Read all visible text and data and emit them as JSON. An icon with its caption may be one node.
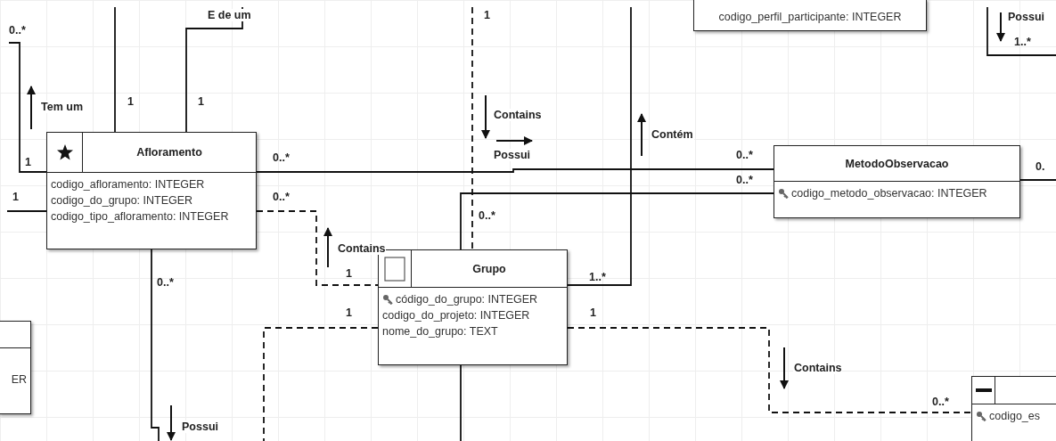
{
  "diagram": {
    "nodes": [
      {
        "text": [
          "codigo_perfil_participante: INTEGER"
        ]
      },
      {
        "text": [
          "Afloramento",
          "codigo_afloramento: INTEGER",
          "codigo_do_grupo: INTEGER",
          "codigo_tipo_afloramento: INTEGER"
        ]
      },
      {
        "text": [
          "MetodoObservacao",
          "codigo_metodo_observacao: INTEGER"
        ]
      },
      {
        "text": [
          "Grupo",
          "código_do_grupo: INTEGER",
          "codigo_do_projeto: INTEGER",
          "nome_do_grupo: TEXT"
        ]
      },
      {
        "text": [
          "ER"
        ]
      },
      {
        "text": [
          "codigo_es"
        ]
      }
    ],
    "edges": [
      {
        "from": null,
        "to": 1,
        "arrow": "none",
        "label": "Tem um"
      },
      {
        "from": null,
        "to": 1,
        "arrow": "none"
      },
      {
        "from": null,
        "to": 1,
        "arrow": "none",
        "label": "E de um"
      },
      {
        "from": 1,
        "to": 2,
        "arrow": "none",
        "label": "Possui"
      },
      {
        "from": 3,
        "to": 2,
        "arrow": "none"
      },
      {
        "from": 3,
        "to": null,
        "arrow": "none",
        "label": "Contém"
      },
      {
        "from": 1,
        "to": 3,
        "arrow": "none",
        "label": "Contains",
        "style": "dashed"
      },
      {
        "from": null,
        "to": 3,
        "arrow": "none",
        "label": "Contains",
        "style": "dashed"
      },
      {
        "from": 3,
        "to": 5,
        "arrow": "none",
        "label": "Contains",
        "style": "dashed"
      },
      {
        "from": 3,
        "to": null,
        "arrow": "none",
        "style": "dashed"
      },
      {
        "from": 3,
        "to": null,
        "arrow": "none"
      },
      {
        "from": 1,
        "to": null,
        "arrow": "none",
        "label": "Possui"
      },
      {
        "from": 1,
        "to": null,
        "arrow": "none"
      },
      {
        "from": 2,
        "to": null,
        "arrow": "none"
      }
    ],
    "labels": [
      "1",
      "0..*",
      "Possui",
      "1..*",
      "1",
      "1",
      "1",
      "0..*",
      "0..*",
      "0..*",
      "0.",
      "1",
      "0..*",
      "0..*",
      "1",
      "1..*",
      "0..*",
      "1",
      "1",
      "0..*"
    ]
  }
}
